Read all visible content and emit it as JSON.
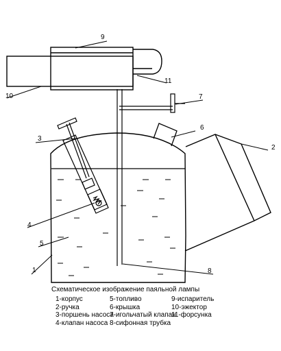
{
  "diagram": {
    "callouts": [
      {
        "id": "1",
        "text": "1"
      },
      {
        "id": "2",
        "text": "2"
      },
      {
        "id": "3",
        "text": "3"
      },
      {
        "id": "4",
        "text": "4"
      },
      {
        "id": "5",
        "text": "5"
      },
      {
        "id": "6",
        "text": "6"
      },
      {
        "id": "7",
        "text": "7"
      },
      {
        "id": "8",
        "text": "8"
      },
      {
        "id": "9",
        "text": "9"
      },
      {
        "id": "10",
        "text": "10"
      },
      {
        "id": "11",
        "text": "11"
      }
    ]
  },
  "caption": {
    "title": "Схематическое изображение паяльной лампы",
    "legend": [
      [
        "1-корпус",
        "2-ручка",
        "3-поршень насоса",
        "4-клапан насоса"
      ],
      [
        "5-топливо",
        "6-крышка",
        "7-игольчатый клапан",
        "8-сифонная трубка"
      ],
      [
        "9-испаритель",
        "10-эжектор",
        "11-форсунка"
      ]
    ]
  }
}
